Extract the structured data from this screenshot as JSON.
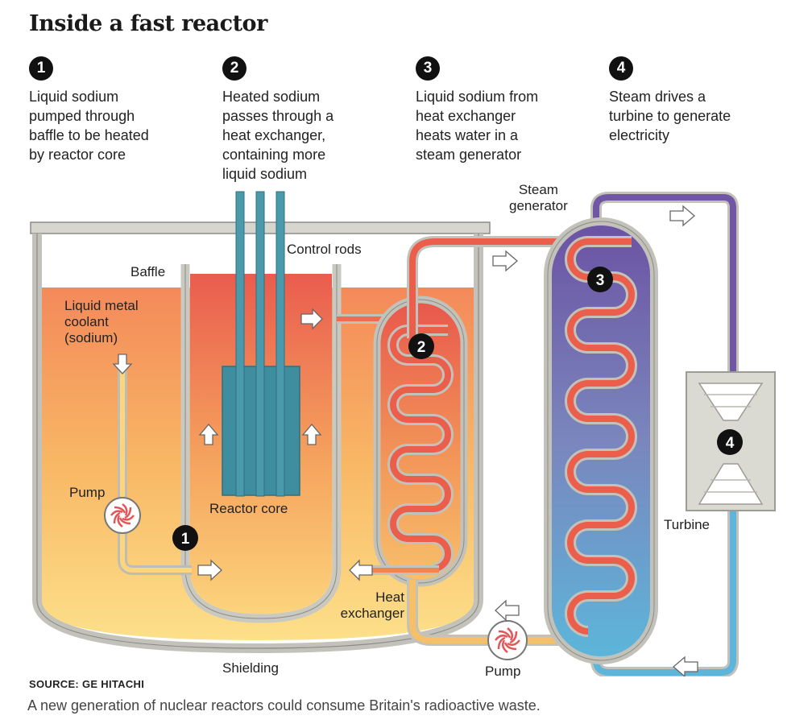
{
  "title": "Inside a fast reactor",
  "steps": [
    {
      "num": "1",
      "text": "Liquid sodium\npumped through\nbaffle to be heated\nby reactor core"
    },
    {
      "num": "2",
      "text": "Heated sodium\npasses through a\nheat exchanger,\ncontaining more\nliquid sodium"
    },
    {
      "num": "3",
      "text": "Liquid sodium from\nheat exchanger\nheats water in a\nsteam generator"
    },
    {
      "num": "4",
      "text": "Steam drives a\nturbine to generate\nelectricity"
    }
  ],
  "labels": {
    "steam_generator": "Steam\ngenerator",
    "control_rods": "Control rods",
    "baffle": "Baffle",
    "coolant": "Liquid metal\ncoolant\n(sodium)",
    "pump_left": "Pump",
    "reactor_core": "Reactor core",
    "turbine": "Turbine",
    "heat_exchanger": "Heat\nexchanger",
    "shielding": "Shielding",
    "pump_bottom": "Pump"
  },
  "markers": {
    "m1": "1",
    "m2": "2",
    "m3": "3",
    "m4": "4"
  },
  "source": "SOURCE: GE HITACHI",
  "caption": "A new generation of nuclear reactors could consume Britain's radioactive waste.",
  "colors": {
    "hot_red": "#e8584a",
    "warm_orange": "#f29a55",
    "cool_yellow": "#fdd97a",
    "steam_purple": "#6a58a6",
    "water_blue": "#5bb4d8",
    "rod_teal": "#3f8e9f",
    "vessel_grey": "#c8c8c0"
  }
}
